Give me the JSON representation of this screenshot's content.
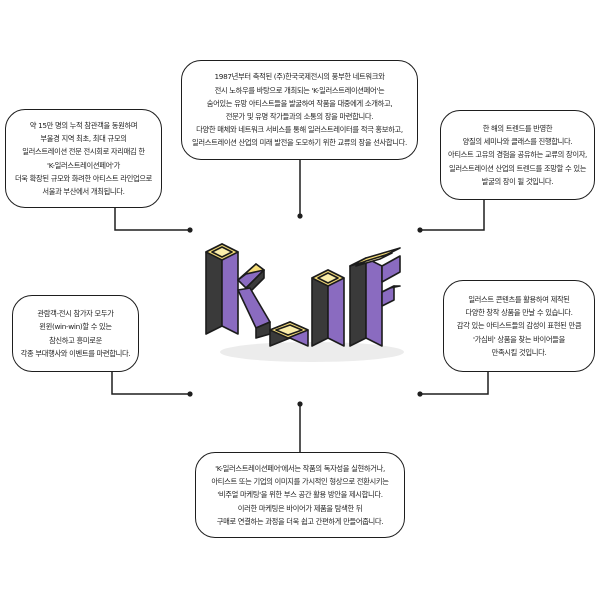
{
  "boxes": {
    "top": {
      "lines": [
        "1987년부터 축적된 (주)한국국제전시의 풍부한 네트워크와",
        "전시 노하우를 바탕으로 개최되는 'K-일러스트레이션페어'는",
        "숨어있는 유망 아티스트들을 발굴하여 작품을 대중에게 소개하고,",
        "전문가 및 유명 작가들과의 소통의 장을 마련합니다.",
        "다양한 매체와 네트워크 서비스를 통해 일러스트레이터를 적극 홍보하고,",
        "일러스트레이션 산업의 미래 발전을 도모하기 위한 교류의 장을 선사합니다."
      ]
    },
    "top_left": {
      "lines": [
        "약 15만 명의 누적 참관객을 동원하며",
        "부울경 지역 최초, 최대 규모의",
        "일러스트레이션 전문 전시회로 자리매김 한",
        "'K-일러스트레이션페어'가",
        "더욱 확장된 규모와 화려한 아티스트 라인업으로",
        "서울과 부산에서 개최됩니다."
      ]
    },
    "top_right": {
      "lines": [
        "한 해의 트렌드를 반영한",
        "양질의 세미나와 클래스를 진행합니다.",
        "아티스트 고유의 경험을 공유하는 교류의 장이자,",
        "일러스트레이션 산업의 트렌드를 조망할 수 있는",
        "발굴의 장이 될 것입니다."
      ]
    },
    "mid_left": {
      "lines": [
        "관람객-전시 참가자 모두가",
        "윈윈(win-win)할 수 있는",
        "참신하고 흥미로운",
        "각종 부대행사와 이벤트를 마련합니다."
      ]
    },
    "mid_right": {
      "lines": [
        "일러스트 콘텐츠를 활용하여 제작된",
        "다양한 창작 상품을 만날 수 있습니다.",
        "감각 있는 아티스트들의 감성이 표현된 만큼",
        "'가심비' 상품을 찾는 바이어들을",
        "만족시킬 것입니다."
      ]
    },
    "bottom": {
      "lines": [
        "'K-일러스트레이션페어'에서는 작품의 독자성을 실현하거나,",
        "아티스트 또는 기업의 이미지를 가시적인 형상으로 전환시키는",
        "'비주얼 마케팅'을 위한 부스 공간 활용 방안을 제시합니다.",
        "이러한 마케팅은 바이어가 제품을 탐색한 뒤",
        "구매로 연결하는 과정을 더욱 쉽고 간편하게 만들어줍니다."
      ]
    }
  },
  "logo": {
    "letters": [
      "K",
      ".",
      "I",
      "F"
    ],
    "colors": {
      "face": "#8a6bc0",
      "face_light": "#a78bd2",
      "side_dark": "#3a3a3a",
      "side_mid": "#555555",
      "top_cap": "#f6dd77",
      "top_cap_inner": "#fbeeaa",
      "outline": "#1c1c1c"
    }
  }
}
